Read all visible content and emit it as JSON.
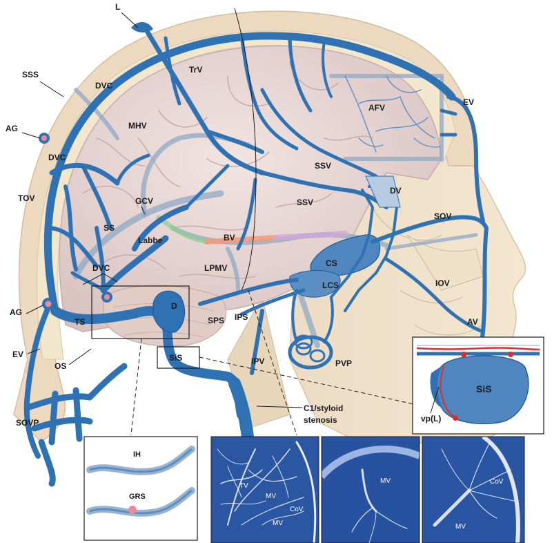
{
  "labels": {
    "L": "L",
    "SSS": "SSS",
    "AG": "AG",
    "DVC": "DVC",
    "TrV": "TrV",
    "MHV": "MHV",
    "AFV": "AFV",
    "EV": "EV",
    "TOV": "TOV",
    "GCV": "GCV",
    "SS": "SS",
    "Labbe": "Labbe",
    "SSV": "SSV",
    "DV": "DV",
    "SOV": "SOV",
    "BV": "BV",
    "LPMV": "LPMV",
    "CS": "CS",
    "LCS": "LCS",
    "IOV": "IOV",
    "TS": "TS",
    "D": "D",
    "SPS": "SPS",
    "IPS": "IPS",
    "AV": "AV",
    "SiS": "SiS",
    "OS": "OS",
    "IPV": "IPV",
    "PVP": "PVP",
    "stenosis_line1": "C1/styloid",
    "stenosis_line2": "stenosis",
    "SOVP": "SOVP",
    "IH": "IH",
    "GRS": "GRS",
    "vpL": "vp(L)",
    "TV": "TV",
    "MV": "MV",
    "CoV": "CoV"
  },
  "colors": {
    "vein": "#2f72b3",
    "vein_dark": "#1e5b95",
    "brain": "#e9d9d6",
    "scalp": "#ecd9c0",
    "bone": "#f2e7cf",
    "angiogram_bg": "#2b56a2",
    "artery": "#d9302a"
  },
  "icons": {
    "arachnoid_granulation": "pink-granulation-icon"
  }
}
